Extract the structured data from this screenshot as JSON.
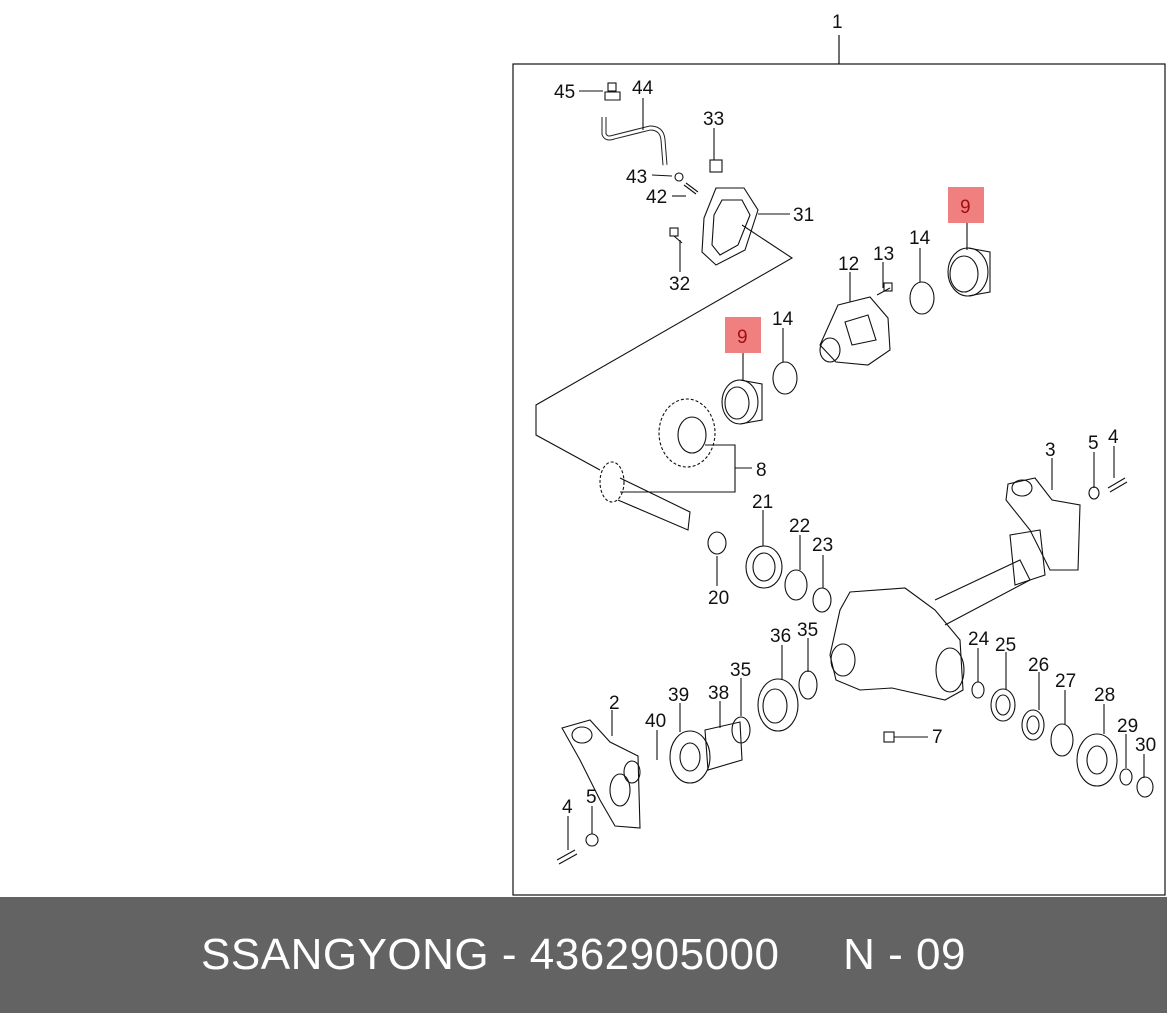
{
  "diagram": {
    "assembly_number": "1",
    "highlight_color": "#f08080",
    "callouts": [
      {
        "id": "c45",
        "label": "45"
      },
      {
        "id": "c44",
        "label": "44"
      },
      {
        "id": "c33",
        "label": "33"
      },
      {
        "id": "c43",
        "label": "43"
      },
      {
        "id": "c42",
        "label": "42"
      },
      {
        "id": "c31",
        "label": "31"
      },
      {
        "id": "c32",
        "label": "32"
      },
      {
        "id": "c12",
        "label": "12"
      },
      {
        "id": "c13",
        "label": "13"
      },
      {
        "id": "c14a",
        "label": "14"
      },
      {
        "id": "c9a",
        "label": "9",
        "highlight": true
      },
      {
        "id": "c9b",
        "label": "9",
        "highlight": true
      },
      {
        "id": "c14b",
        "label": "14"
      },
      {
        "id": "c8",
        "label": "8"
      },
      {
        "id": "c3",
        "label": "3"
      },
      {
        "id": "c5a",
        "label": "5"
      },
      {
        "id": "c4a",
        "label": "4"
      },
      {
        "id": "c21",
        "label": "21"
      },
      {
        "id": "c22",
        "label": "22"
      },
      {
        "id": "c23",
        "label": "23"
      },
      {
        "id": "c20",
        "label": "20"
      },
      {
        "id": "c36",
        "label": "36"
      },
      {
        "id": "c35a",
        "label": "35"
      },
      {
        "id": "c24",
        "label": "24"
      },
      {
        "id": "c25",
        "label": "25"
      },
      {
        "id": "c26",
        "label": "26"
      },
      {
        "id": "c27",
        "label": "27"
      },
      {
        "id": "c28",
        "label": "28"
      },
      {
        "id": "c29",
        "label": "29"
      },
      {
        "id": "c30",
        "label": "30"
      },
      {
        "id": "c7",
        "label": "7"
      },
      {
        "id": "c39",
        "label": "39"
      },
      {
        "id": "c38",
        "label": "38"
      },
      {
        "id": "c35b",
        "label": "35"
      },
      {
        "id": "c40",
        "label": "40"
      },
      {
        "id": "c2",
        "label": "2"
      },
      {
        "id": "c4b",
        "label": "4"
      },
      {
        "id": "c5b",
        "label": "5"
      }
    ]
  },
  "footer": {
    "brand": "SSANGYONG",
    "separator1": " - ",
    "part_number": "4362905000",
    "gap": "     ",
    "page_prefix": "N",
    "separator2": " - ",
    "page_number": "09",
    "background": "#636363"
  }
}
